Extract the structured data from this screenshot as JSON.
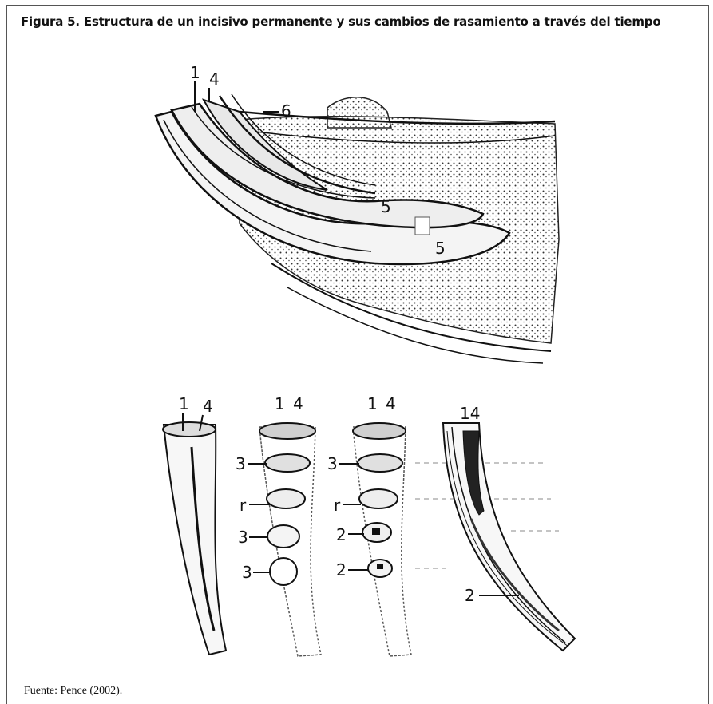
{
  "title": "Figura 5. Estructura de un incisivo permanente y sus cambios de rasamiento a través del tiempo",
  "source": "Fuente: Pence (2002).",
  "jaw_labels": {
    "l1": "1",
    "l4": "4",
    "l6": "6",
    "l5a": "5",
    "l5b": "5"
  },
  "tooth_a": {
    "l1": "1",
    "l4": "4"
  },
  "tooth_b": {
    "l1": "1",
    "l4": "4",
    "s1": "3",
    "s2": "r",
    "s3": "3",
    "s4": "3"
  },
  "tooth_c": {
    "l1": "1",
    "l4": "4",
    "s1": "3",
    "s2": "r",
    "s3": "2",
    "s4": "2"
  },
  "tooth_d": {
    "l14": "14",
    "l2": "2"
  }
}
